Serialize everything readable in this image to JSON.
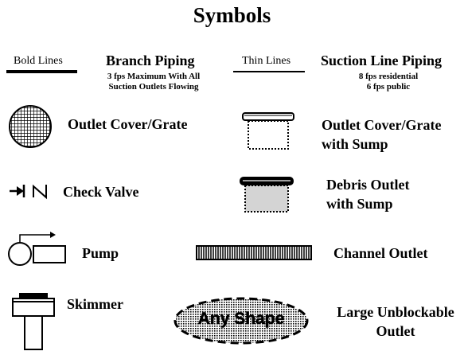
{
  "title": "Symbols",
  "piping": {
    "bold_lines_label": "Bold Lines",
    "branch_title": "Branch Piping",
    "branch_sub_1": "3 fps Maximum With All",
    "branch_sub_2": "Suction Outlets Flowing",
    "thin_lines_label": "Thin Lines",
    "suction_title": "Suction Line Piping",
    "suction_sub_1": "8 fps residential",
    "suction_sub_2": "6 fps public"
  },
  "symbols": {
    "outlet_cover": "Outlet Cover/Grate",
    "outlet_sump_1": "Outlet Cover/Grate",
    "outlet_sump_2": "with Sump",
    "check_valve": "Check Valve",
    "debris_1": "Debris Outlet",
    "debris_2": "with Sump",
    "pump": "Pump",
    "channel": "Channel Outlet",
    "skimmer": "Skimmer",
    "any_shape": "Any Shape",
    "large_1": "Large Unblockable",
    "large_2": "Outlet"
  }
}
